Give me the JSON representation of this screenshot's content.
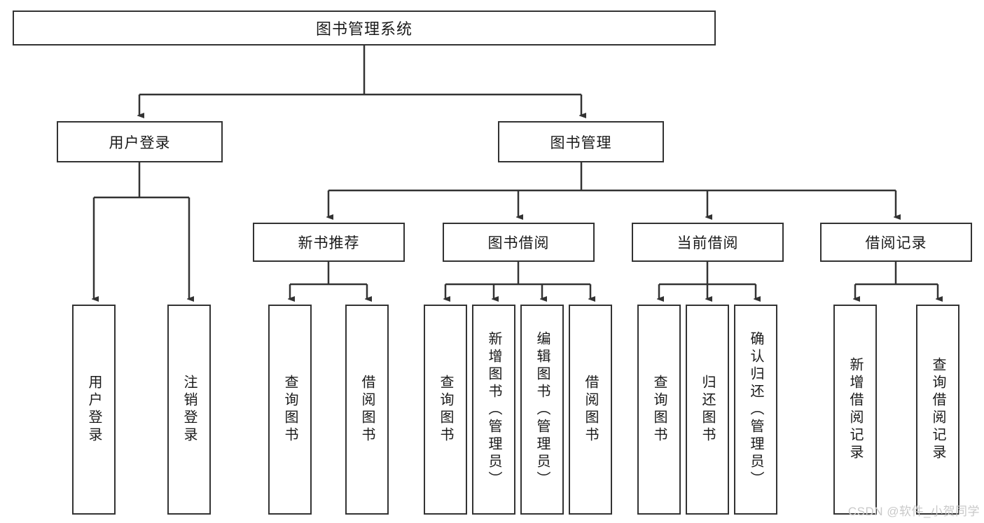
{
  "diagram": {
    "type": "hierarchy-tree",
    "title": "图书管理系统",
    "root": {
      "label": "图书管理系统"
    },
    "level2": [
      {
        "label": "用户登录"
      },
      {
        "label": "图书管理"
      }
    ],
    "level3": [
      {
        "label": "新书推荐"
      },
      {
        "label": "图书借阅"
      },
      {
        "label": "当前借阅"
      },
      {
        "label": "借阅记录"
      }
    ],
    "leaves": {
      "user_login": [
        {
          "label": "用户登录"
        },
        {
          "label": "注销登录"
        }
      ],
      "new_book_recommend": [
        {
          "label": "查询图书"
        },
        {
          "label": "借阅图书"
        }
      ],
      "book_borrow": [
        {
          "label": "查询图书"
        },
        {
          "label": "新增图书（管理员）"
        },
        {
          "label": "编辑图书（管理员）"
        },
        {
          "label": "借阅图书"
        }
      ],
      "current_borrow": [
        {
          "label": "查询图书"
        },
        {
          "label": "归还图书"
        },
        {
          "label": "确认归还（管理员）"
        }
      ],
      "borrow_record": [
        {
          "label": "新增借阅记录"
        },
        {
          "label": "查询借阅记录"
        }
      ]
    }
  },
  "watermark": {
    "text": "CSDN @软件_小贺同学"
  },
  "colors": {
    "stroke": "#333333",
    "text": "#1a1a1a",
    "background": "#ffffff",
    "watermark": "#c9c9c9"
  }
}
